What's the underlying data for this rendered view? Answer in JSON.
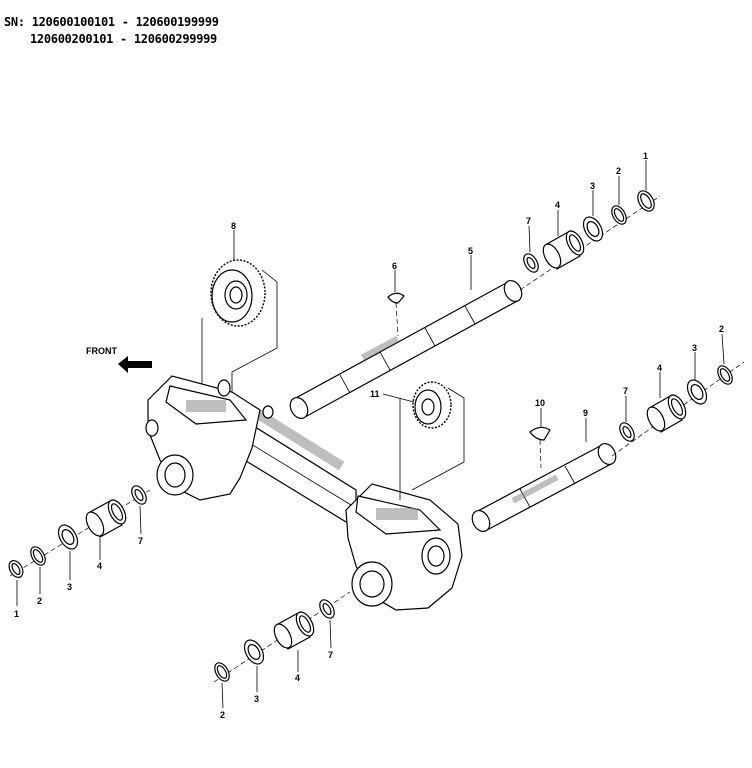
{
  "header": {
    "line1": "SN: 120600100101 - 120600199999",
    "line2": "120600200101 - 120600299999"
  },
  "front_label": "FRONT",
  "callouts": [
    "1",
    "2",
    "3",
    "4",
    "5",
    "6",
    "7",
    "8",
    "9",
    "10",
    "11"
  ]
}
